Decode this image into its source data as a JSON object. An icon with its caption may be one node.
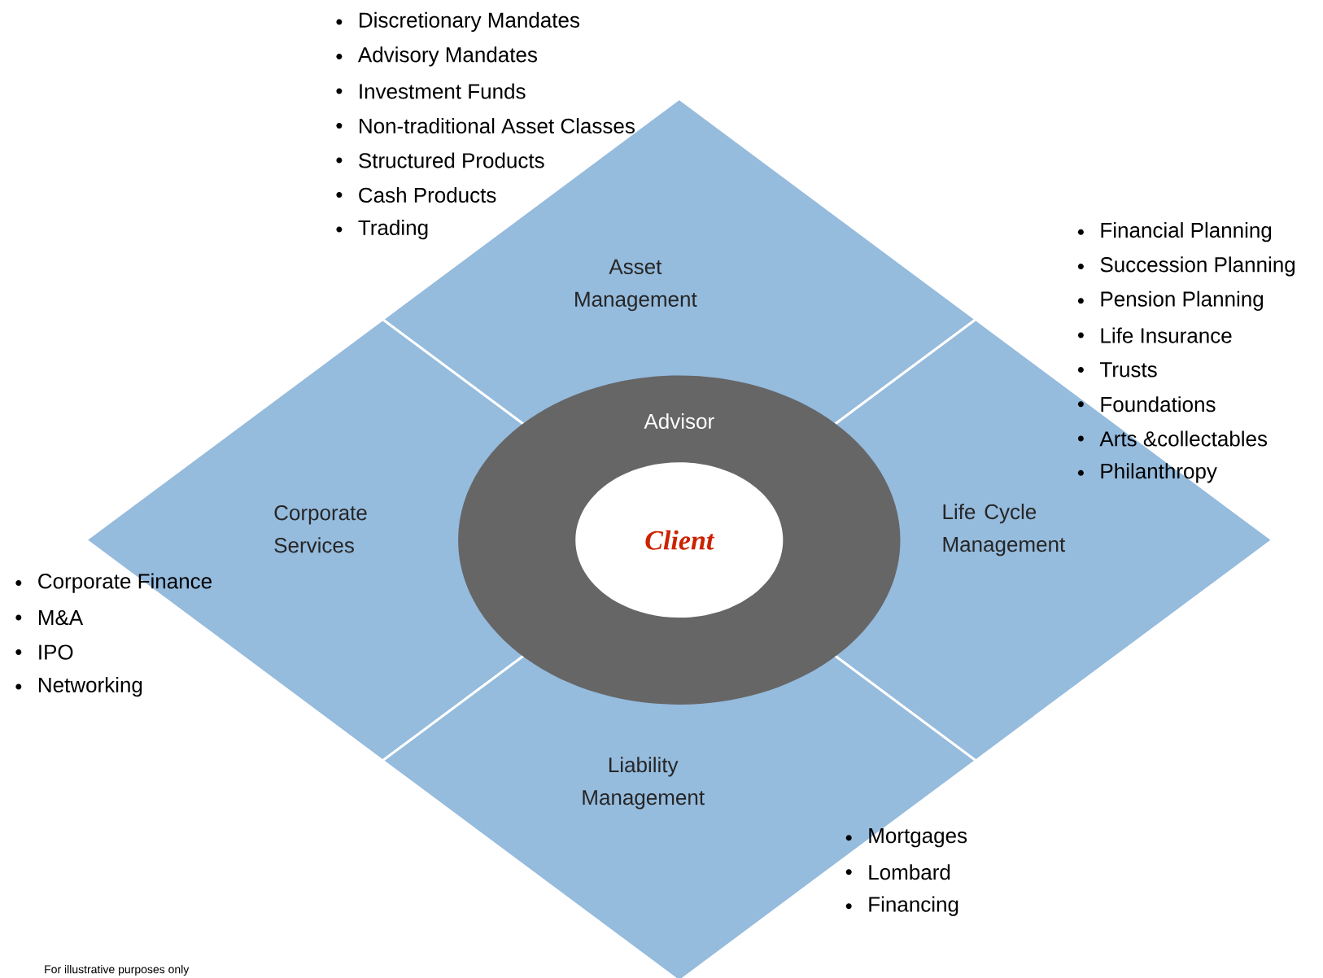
{
  "diagram": {
    "nodes": [
      {
        "text": [
          "Asset Management"
        ],
        "beside": [
          "Discretionary Mandates",
          "Advisory Mandates",
          "Investment Funds",
          "Non-traditional Asset Classes",
          "Structured Products",
          "Cash Products",
          "Trading"
        ]
      },
      {
        "text": [
          "Corporate Services"
        ],
        "beside": [
          "Corporate Finance",
          "M&A",
          "IPO",
          "Networking"
        ]
      },
      {
        "text": [
          "Life Cycle Management"
        ],
        "beside": [
          "Financial Planning",
          "Succession Planning",
          "Pension Planning",
          "Life Insurance",
          "Trusts",
          "Foundations",
          "Arts &collectables",
          "Philanthropy"
        ]
      },
      {
        "text": [
          "Liability Management"
        ],
        "beside": [
          "Mortgages",
          "Lombard",
          "Financing"
        ]
      },
      {
        "text": [
          "Advisor"
        ]
      },
      {
        "text": [
          "Client"
        ],
        "in": 4
      }
    ],
    "labels": [
      "For illustrative purposes only"
    ]
  }
}
